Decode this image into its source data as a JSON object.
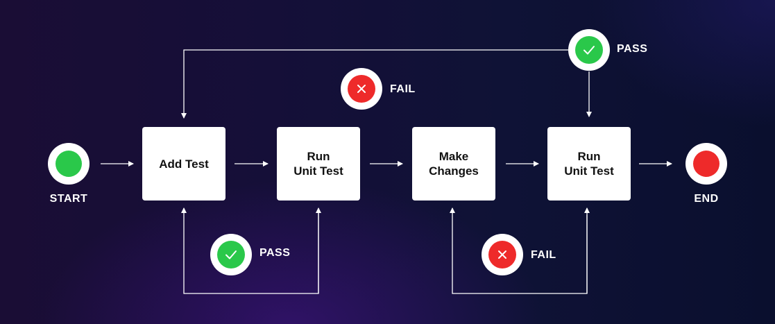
{
  "diagram": {
    "start": {
      "label": "START",
      "color": "#2ac84a"
    },
    "end": {
      "label": "END",
      "color": "#ee2a2a"
    },
    "steps": [
      {
        "lines": [
          "Add Test"
        ]
      },
      {
        "lines": [
          "Run",
          "Unit Test"
        ]
      },
      {
        "lines": [
          "Make",
          "Changes"
        ]
      },
      {
        "lines": [
          "Run",
          "Unit Test"
        ]
      }
    ],
    "loops": [
      {
        "label": "PASS",
        "status": "pass",
        "icon": "check-icon"
      },
      {
        "label": "FAIL",
        "status": "fail",
        "icon": "cross-icon"
      },
      {
        "label": "PASS",
        "status": "pass",
        "icon": "check-icon"
      },
      {
        "label": "FAIL",
        "status": "fail",
        "icon": "cross-icon"
      }
    ],
    "colors": {
      "pass": "#2ac84a",
      "fail": "#ee2a2a",
      "line": "#ffffff"
    }
  }
}
